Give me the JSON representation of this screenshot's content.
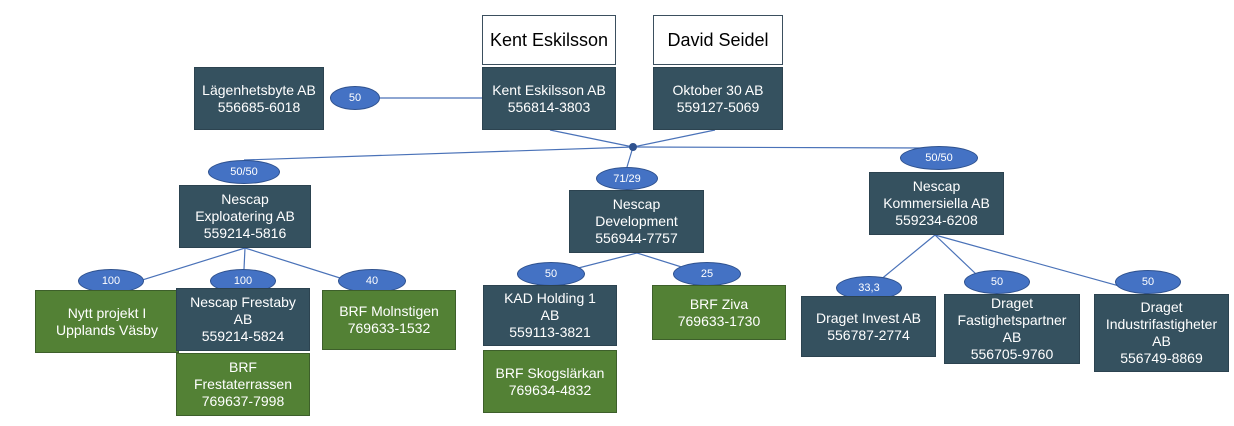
{
  "colors": {
    "company": "#35515f",
    "project": "#538135",
    "badge": "#4472c4",
    "line": "#4a72b8"
  },
  "owners": [
    {
      "name": "Kent Eskilsson"
    },
    {
      "name": "David Seidel"
    }
  ],
  "holdings": [
    {
      "name": "Lägenhetsbyte AB",
      "org": "556685-6018"
    },
    {
      "name": "Kent Eskilsson AB",
      "org": "556814-3803"
    },
    {
      "name": "Oktober 30 AB",
      "org": "559127-5069"
    }
  ],
  "subsidiaries": [
    {
      "name": "Nescap\nExploatering AB",
      "org": "559214-5816",
      "share": "50/50"
    },
    {
      "name": "Nescap\nDevelopment",
      "org": "556944-7757",
      "share": "71/29"
    },
    {
      "name": "Nescap\nKommersiella AB",
      "org": "559234-6208",
      "share": "50/50"
    }
  ],
  "lagenhetsbyte_share": "50",
  "projects": {
    "exploatering": [
      {
        "name": "Nytt projekt I\nUpplands Väsby",
        "org": "",
        "share": "100",
        "kind": "project"
      },
      {
        "name": "Nescap Frestaby\nAB",
        "org": "559214-5824",
        "share": "100",
        "kind": "company"
      },
      {
        "name": "BRF Molnstigen",
        "org": "769633-1532",
        "share": "40",
        "kind": "project"
      }
    ],
    "frestaby_child": {
      "name": "BRF\nFrestaterrassen",
      "org": "769637-7998"
    },
    "development": [
      {
        "name": "KAD  Holding 1\nAB",
        "org": "559113-3821",
        "share": "50",
        "kind": "company"
      },
      {
        "name": "BRF Ziva",
        "org": "769633-1730",
        "share": "25",
        "kind": "project"
      }
    ],
    "kad_child": {
      "name": "BRF Skogslärkan",
      "org": "769634-4832"
    },
    "kommersiella": [
      {
        "name": "Draget Invest AB",
        "org": "556787-2774",
        "share": "33,3",
        "kind": "company"
      },
      {
        "name": "Draget\nFastighetspartner\nAB",
        "org": "556705-9760",
        "share": "50",
        "kind": "company"
      },
      {
        "name": "Draget\nIndustrifastigheter\nAB",
        "org": "556749-8869",
        "share": "50",
        "kind": "company"
      }
    ]
  }
}
